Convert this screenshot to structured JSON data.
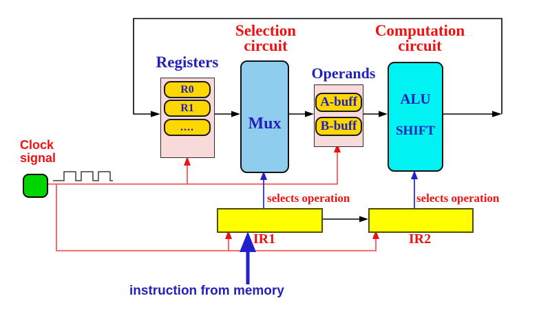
{
  "diagram": {
    "titles": {
      "selection_line1": "Selection",
      "selection_line2": "circuit",
      "computation_line1": "Computation",
      "computation_line2": "circuit"
    },
    "registers": {
      "title": "Registers",
      "cells": [
        "R0",
        "R1",
        "...."
      ]
    },
    "selection": {
      "mux_label": "Mux"
    },
    "operands": {
      "title": "Operands",
      "cells": [
        "A-buff",
        "B-buff"
      ]
    },
    "computation": {
      "units": [
        "ALU",
        "SHIFT"
      ]
    },
    "instruction_registers": {
      "ir1": "IR1",
      "ir2": "IR2"
    },
    "clock": {
      "line1": "Clock",
      "line2": "signal"
    },
    "annotations": {
      "selects_left": "selects operation",
      "selects_right": "selects operation",
      "instruction_from_memory": "instruction from memory"
    },
    "colors": {
      "red_text": "#ee1111",
      "blue_text": "#2222bb",
      "red_line": "#ff5555",
      "blue_line": "#2222cc",
      "mux_fill": "#8fcdee",
      "alu_fill": "#00f2f2",
      "register_bank_fill": "#f8dada",
      "register_cell_fill": "#ffd700",
      "ir_fill": "#ffff00",
      "clock_fill": "#00d500"
    }
  }
}
